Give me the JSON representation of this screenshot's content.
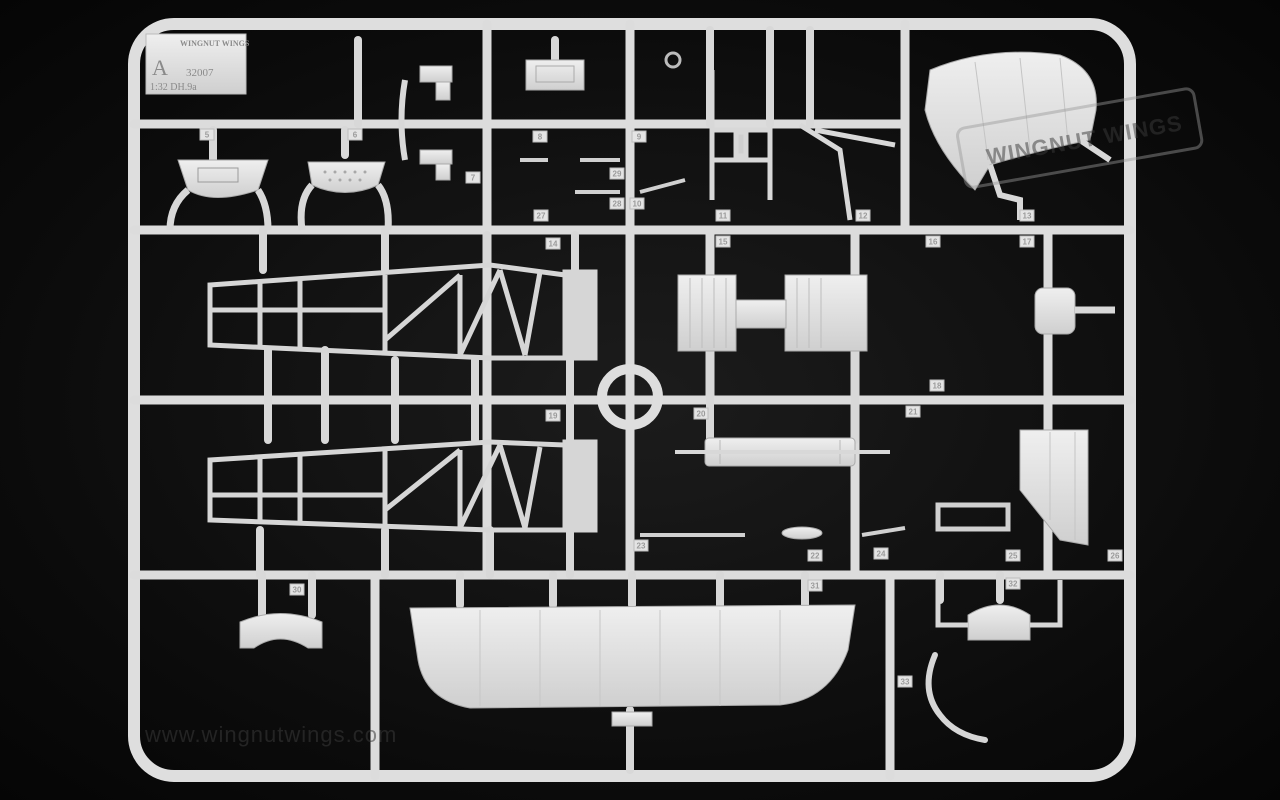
{
  "sprue": {
    "letter": "A",
    "kit_number": "32007",
    "scale_model": "1:32 DH.9a",
    "brand_logo_text": "WINGNUT WINGS",
    "part_numbers": [
      "5",
      "6",
      "7",
      "8",
      "9",
      "10",
      "11",
      "12",
      "13",
      "14",
      "15",
      "16",
      "17",
      "18",
      "19",
      "20",
      "21",
      "22",
      "23",
      "24",
      "25",
      "26",
      "27",
      "28",
      "29",
      "30",
      "31",
      "32",
      "33"
    ]
  },
  "watermark": {
    "url_text": "www.wingnutwings.com",
    "stamp_text": "WINGNUT WINGS"
  },
  "colors": {
    "background": "#0d0d0d",
    "plastic": "#e2e2e2",
    "plastic_shadow": "#b8b8b8"
  }
}
